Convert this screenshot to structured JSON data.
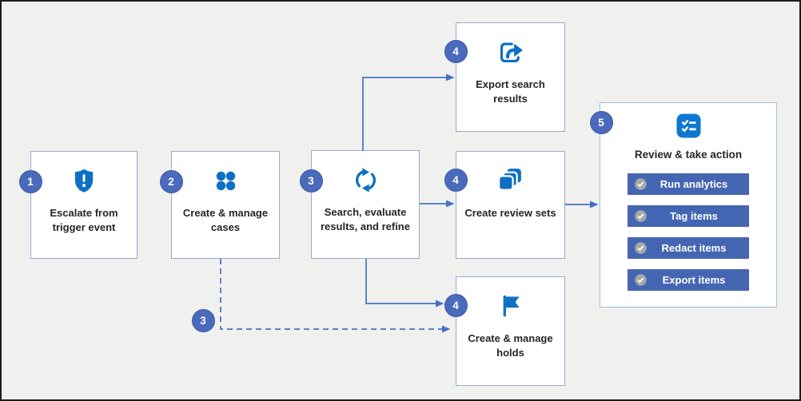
{
  "steps": [
    {
      "num": "1",
      "label": "Escalate from trigger event",
      "icon": "shield-exclamation-icon"
    },
    {
      "num": "2",
      "label": "Create & manage cases",
      "icon": "grid-dots-icon"
    },
    {
      "num": "3",
      "label": "Search, evaluate results, and refine",
      "icon": "sync-icon"
    },
    {
      "num": "4",
      "label": "Export search results",
      "icon": "share-export-icon"
    },
    {
      "num": "4",
      "label": "Create review sets",
      "icon": "layered-squares-icon"
    },
    {
      "num": "4",
      "label": "Create & manage holds",
      "icon": "flag-icon"
    }
  ],
  "branch_badge": {
    "num": "3"
  },
  "panel": {
    "num": "5",
    "title": "Review & take action",
    "icon": "checklist-icon",
    "actions": [
      "Run analytics",
      "Tag items",
      "Redact items",
      "Export items"
    ]
  },
  "colors": {
    "background": "#f0f0ef",
    "box_border": "#97a9d3",
    "panel_border": "#9ac0e4",
    "icon_blue": "#0e70c5",
    "connector_blue": "#4472c4",
    "badge_blue": "#4a6abc",
    "action_button_blue": "#4466b2",
    "check_circle_gray": "#a8a8a8",
    "label_text": "#262626"
  }
}
